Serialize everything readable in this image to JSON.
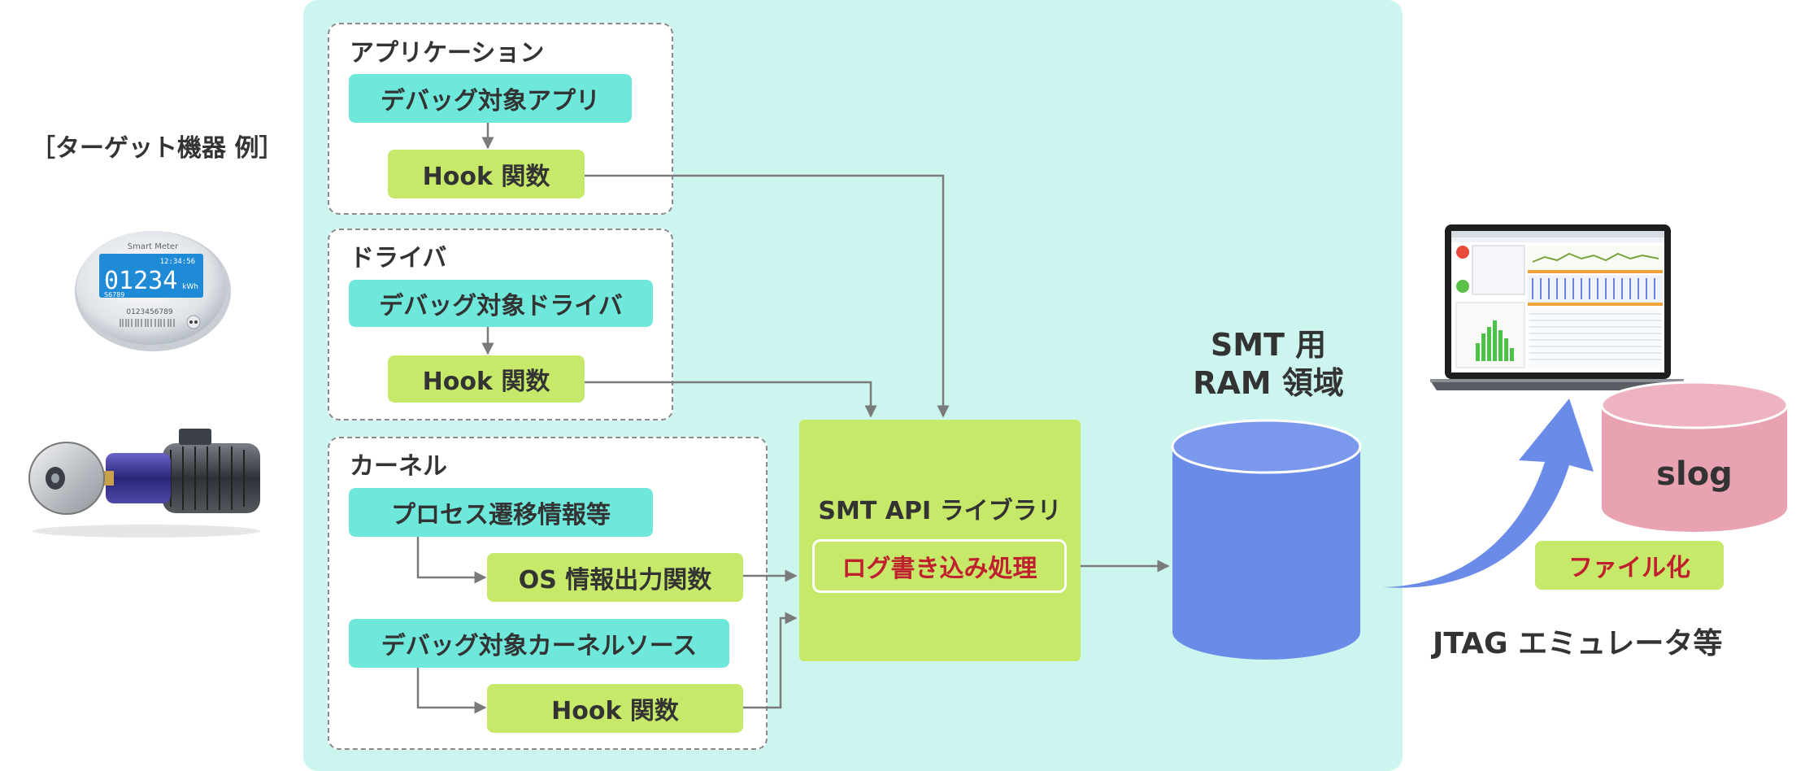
{
  "target": {
    "label": "［ターゲット機器 例］"
  },
  "meter": {
    "brand": "Smart Meter",
    "time": "12:34:56",
    "reading": "01234",
    "unit": "kWh",
    "sub": "S6789",
    "serial": "0123456789"
  },
  "app_group": {
    "title": "アプリケーション",
    "box1": "デバッグ対象アプリ",
    "box2": "Hook 関数"
  },
  "driver_group": {
    "title": "ドライバ",
    "box1": "デバッグ対象ドライバ",
    "box2": "Hook 関数"
  },
  "kernel_group": {
    "title": "カーネル",
    "box1": "プロセス遷移情報等",
    "box2": "OS 情報出力関数",
    "box3": "デバッグ対象カーネルソース",
    "box4": "Hook 関数"
  },
  "api": {
    "title": "SMT API ライブラリ",
    "log": "ログ書き込み処理"
  },
  "ram": {
    "line1": "SMT 用",
    "line2": "RAM 領域"
  },
  "slog": {
    "label": "slog"
  },
  "file": {
    "label": "ファイル化"
  },
  "jtag": {
    "label": "JTAG エミュレータ等"
  },
  "colors": {
    "panel": "#cdf5ef",
    "teal": "#6fe8dc",
    "lime": "#c7e96a",
    "db_blue": "#6b8be8",
    "slog_pink": "#e8a2b1",
    "accent_red": "#c0202e"
  }
}
